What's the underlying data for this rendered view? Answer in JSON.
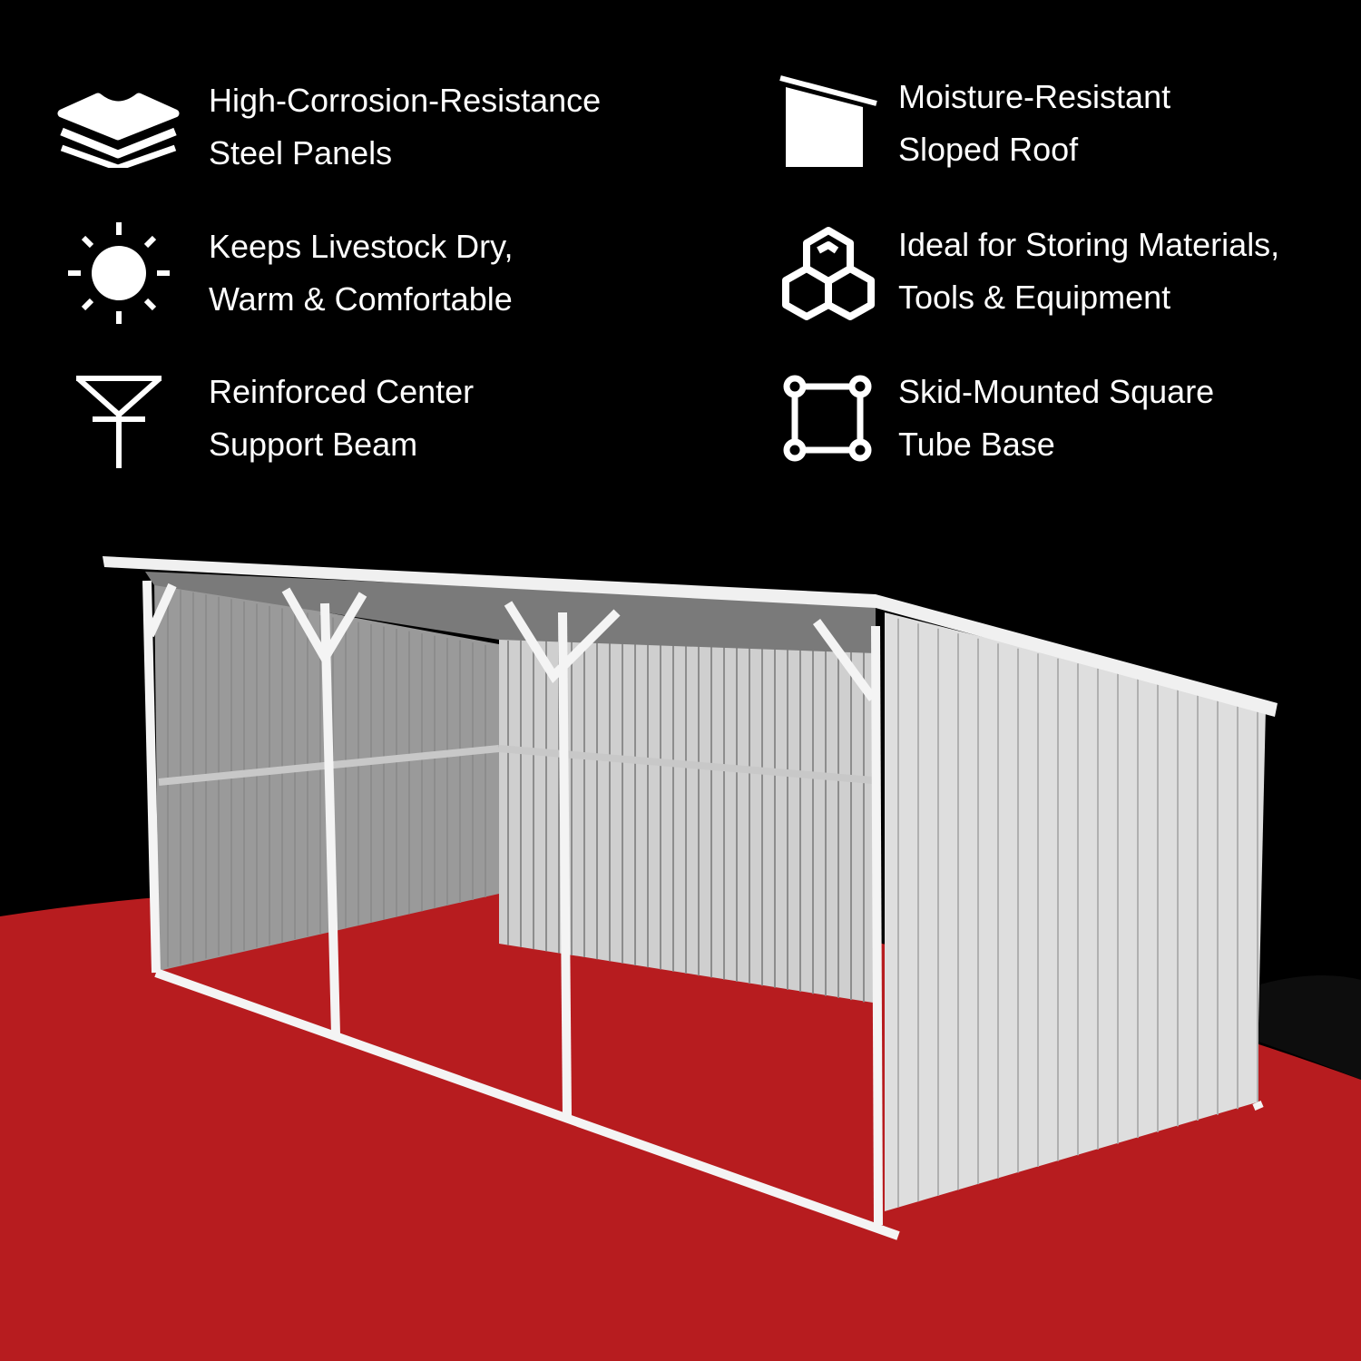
{
  "features": [
    {
      "icon": "stacked-panels-icon",
      "line1": "High-Corrosion-Resistance",
      "line2": "Steel Panels"
    },
    {
      "icon": "sloped-roof-icon",
      "line1": "Moisture-Resistant",
      "line2": "Sloped Roof"
    },
    {
      "icon": "sun-icon",
      "line1": "Keeps Livestock Dry,",
      "line2": "Warm & Comfortable"
    },
    {
      "icon": "stacked-boxes-icon",
      "line1": "Ideal for Storing Materials,",
      "line2": "Tools & Equipment"
    },
    {
      "icon": "support-beam-icon",
      "line1": "Reinforced Center",
      "line2": "Support Beam"
    },
    {
      "icon": "square-tube-base-icon",
      "line1": "Skid-Mounted Square",
      "line2": "Tube  Base"
    }
  ],
  "colors": {
    "background": "#000000",
    "floor": "#b71c1f",
    "panel": "#d9d9d9",
    "frame": "#f4f4f4"
  }
}
